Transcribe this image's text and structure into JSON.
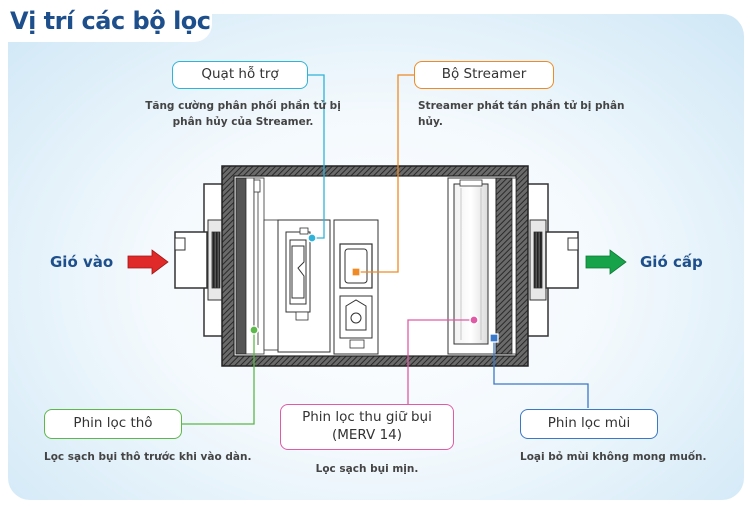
{
  "title": "Vị trí các bộ lọc",
  "airflow": {
    "inlet_label": "Gió vào",
    "outlet_label": "Gió cấp",
    "inlet_arrow_color": "#e02a2a",
    "outlet_arrow_color": "#17a34a"
  },
  "callouts": {
    "assist_fan": {
      "label": "Quạt hỗ trợ",
      "description_line1": "Tăng cường phân phối phần tử bị",
      "description_line2": "phân hủy của Streamer.",
      "color": "#2fb3d8"
    },
    "streamer": {
      "label": "Bộ Streamer",
      "description_line1": "Streamer phát tán phần tử bị phân",
      "description_line2": "hủy.",
      "color": "#f08a24"
    },
    "coarse_filter": {
      "label": "Phin lọc thô",
      "description": "Lọc sạch bụi thô trước khi vào dàn.",
      "color": "#5cb84a"
    },
    "dust_filter": {
      "label_line1": "Phin lọc thu giữ bụi",
      "label_line2": "(MERV 14)",
      "description": "Lọc sạch bụi mịn.",
      "color": "#e05aa6"
    },
    "odor_filter": {
      "label": "Phin lọc mùi",
      "description": "Loại bỏ mùi không mong muốn.",
      "color": "#3a78c9"
    }
  }
}
